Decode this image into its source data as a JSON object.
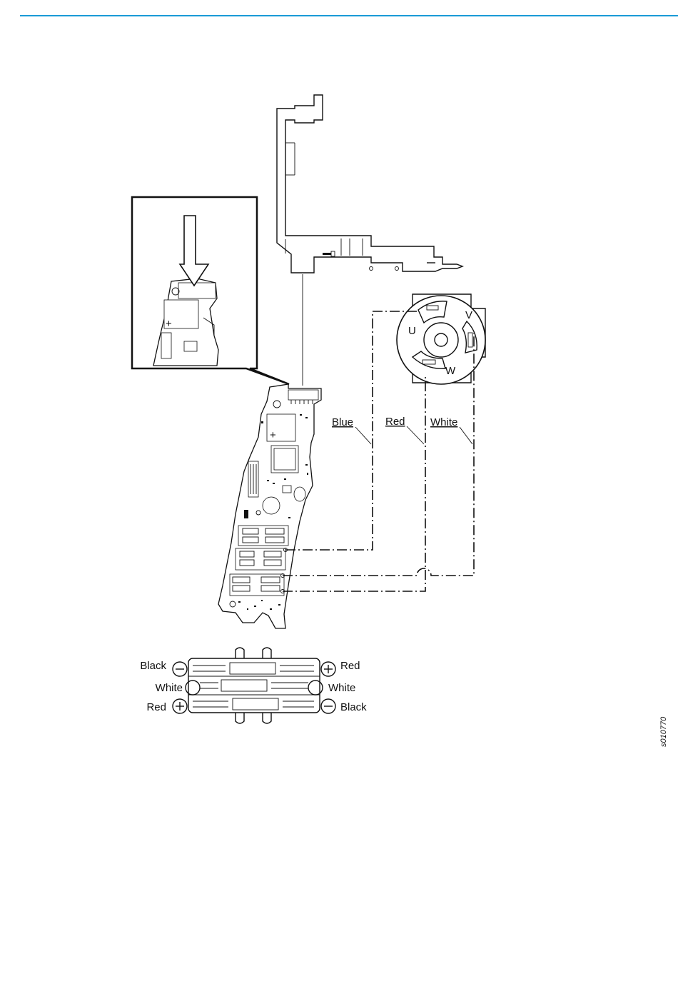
{
  "header": {
    "rule_color": "#1a9ad6"
  },
  "wires": [
    {
      "label": "Blue"
    },
    {
      "label": "Red"
    },
    {
      "label": "White"
    }
  ],
  "motor": {
    "phases": [
      "U",
      "V",
      "W"
    ]
  },
  "connector": {
    "left_labels": [
      {
        "label": "Black",
        "symbol": "minus"
      },
      {
        "label": "White",
        "symbol": "blank"
      },
      {
        "label": "Red",
        "symbol": "plus"
      }
    ],
    "right_labels": [
      {
        "label": "Red",
        "symbol": "plus"
      },
      {
        "label": "White",
        "symbol": "blank"
      },
      {
        "label": "Black",
        "symbol": "minus"
      }
    ]
  },
  "detail_view": {
    "arrow": "down-arrow-icon"
  },
  "figure_id": "s010770"
}
